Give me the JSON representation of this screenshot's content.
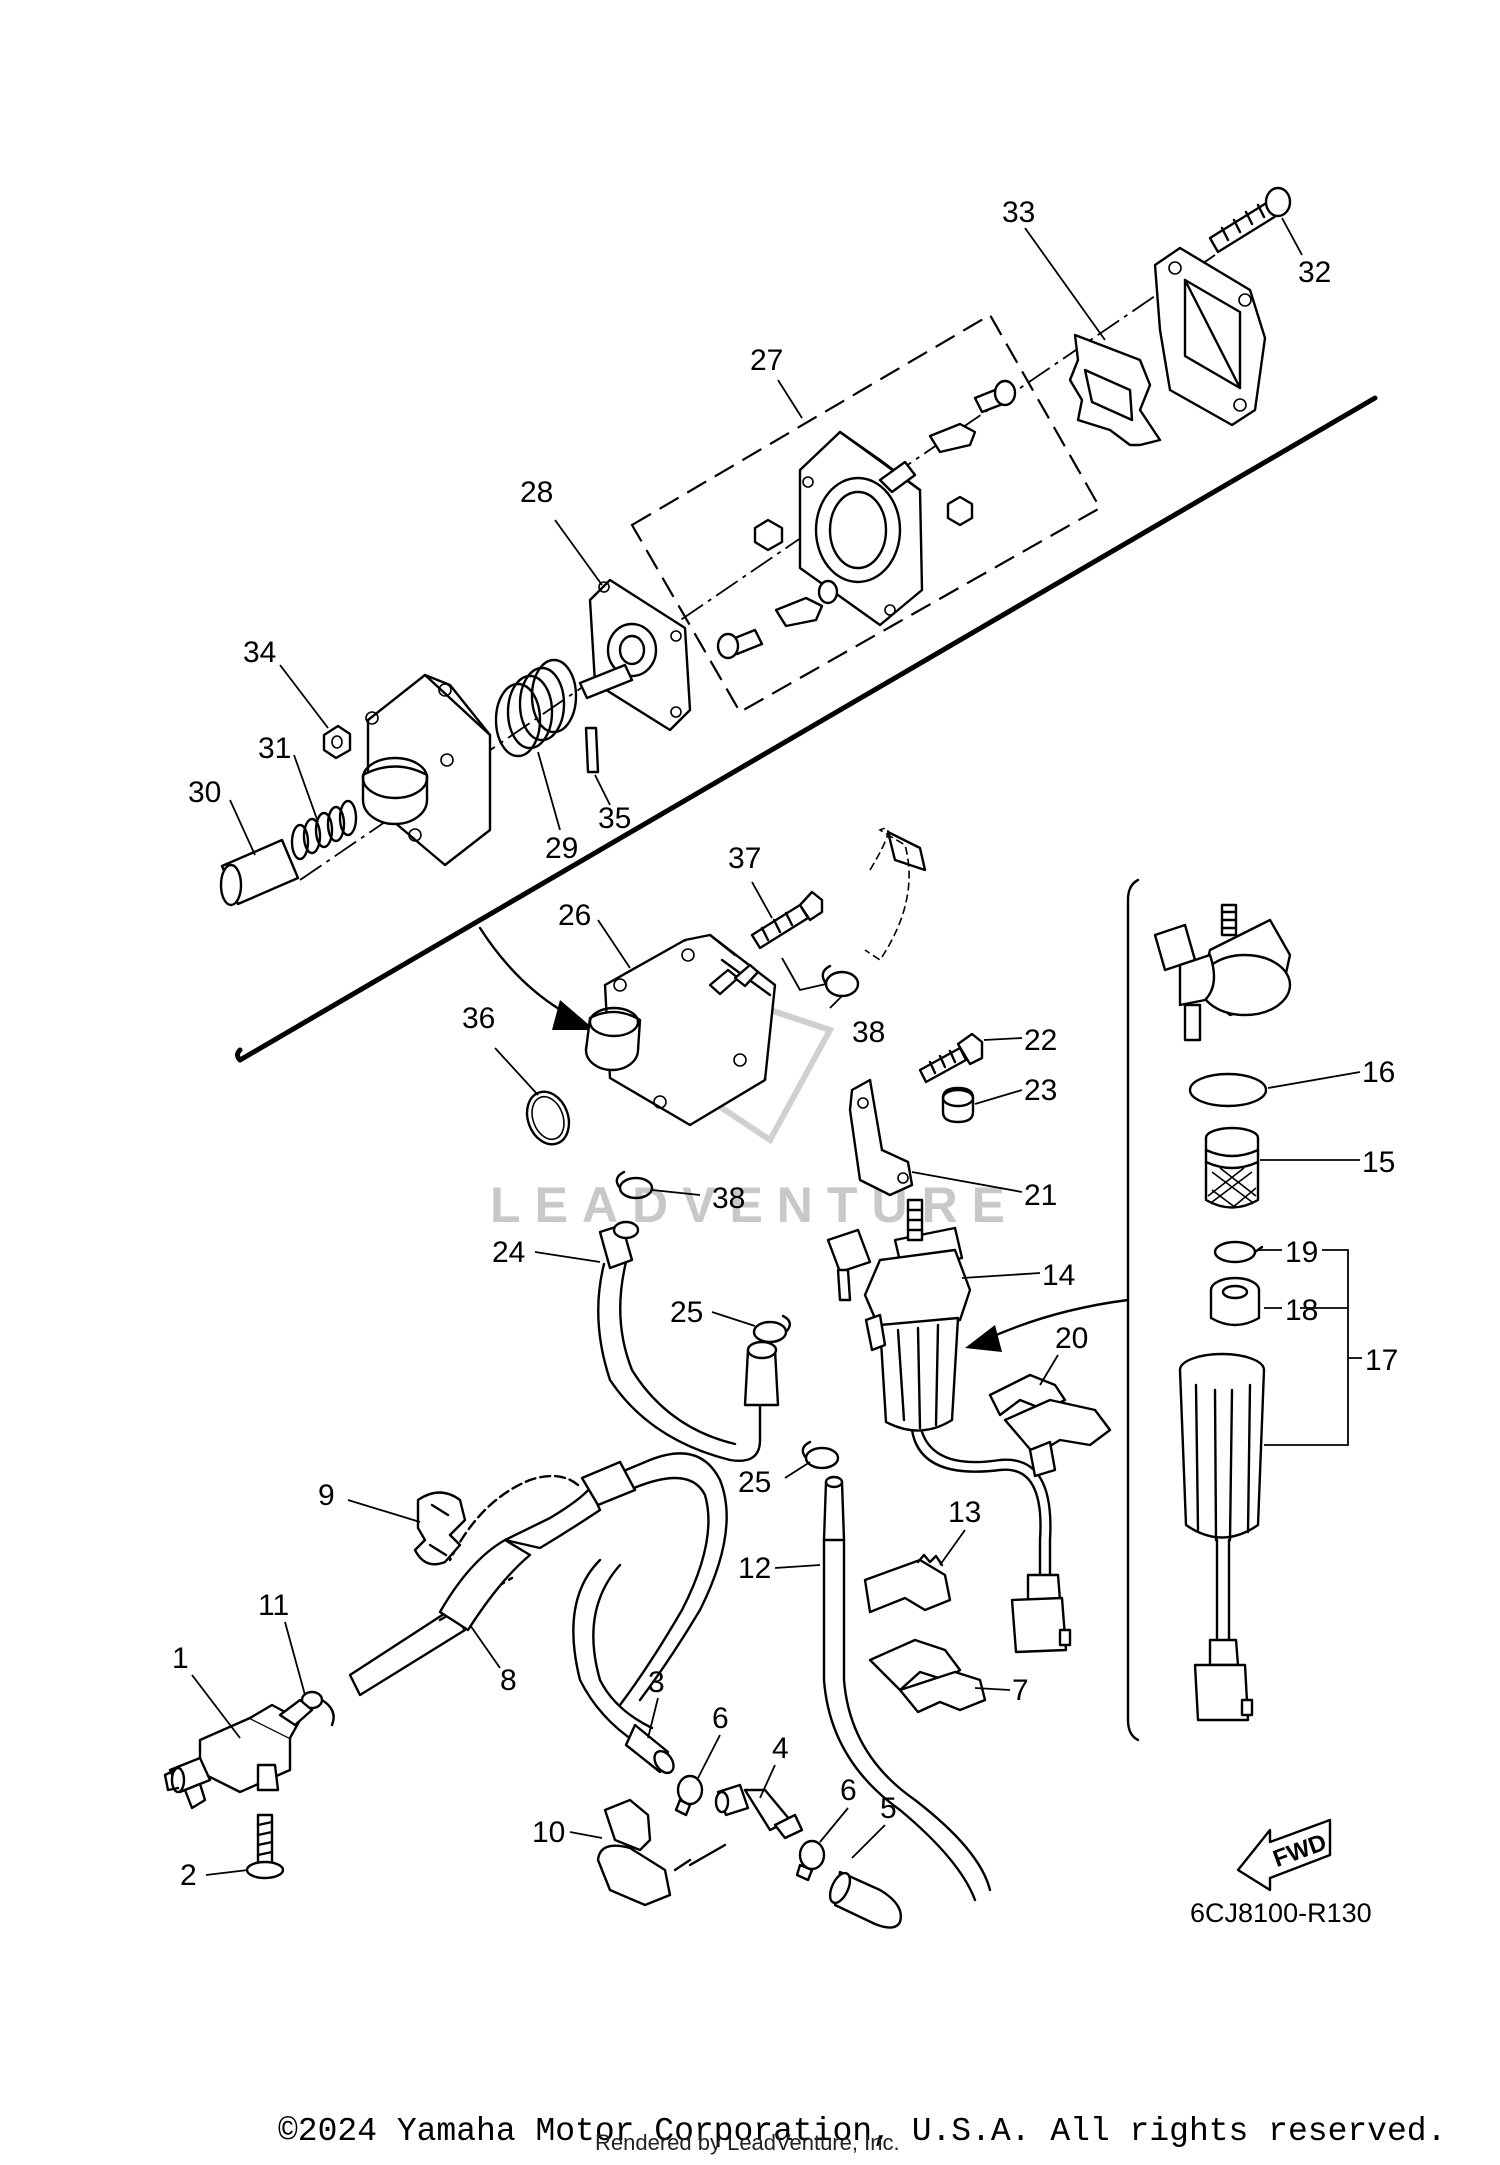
{
  "callouts": [
    "1",
    "2",
    "3",
    "4",
    "5",
    "6",
    "6",
    "7",
    "8",
    "9",
    "10",
    "11",
    "12",
    "13",
    "14",
    "15",
    "16",
    "17",
    "18",
    "19",
    "20",
    "21",
    "22",
    "23",
    "24",
    "25",
    "25",
    "26",
    "27",
    "28",
    "29",
    "30",
    "31",
    "32",
    "33",
    "34",
    "35",
    "36",
    "37",
    "38",
    "38"
  ],
  "diagram_code": "6CJ8100-R130",
  "fwd_label": "FWD",
  "watermark": "LEADVENTURE",
  "copyright": "©2024 Yamaha Motor Corporation, U.S.A. All rights reserved.",
  "rendered_by": "Rendered by LeadVenture, Inc."
}
